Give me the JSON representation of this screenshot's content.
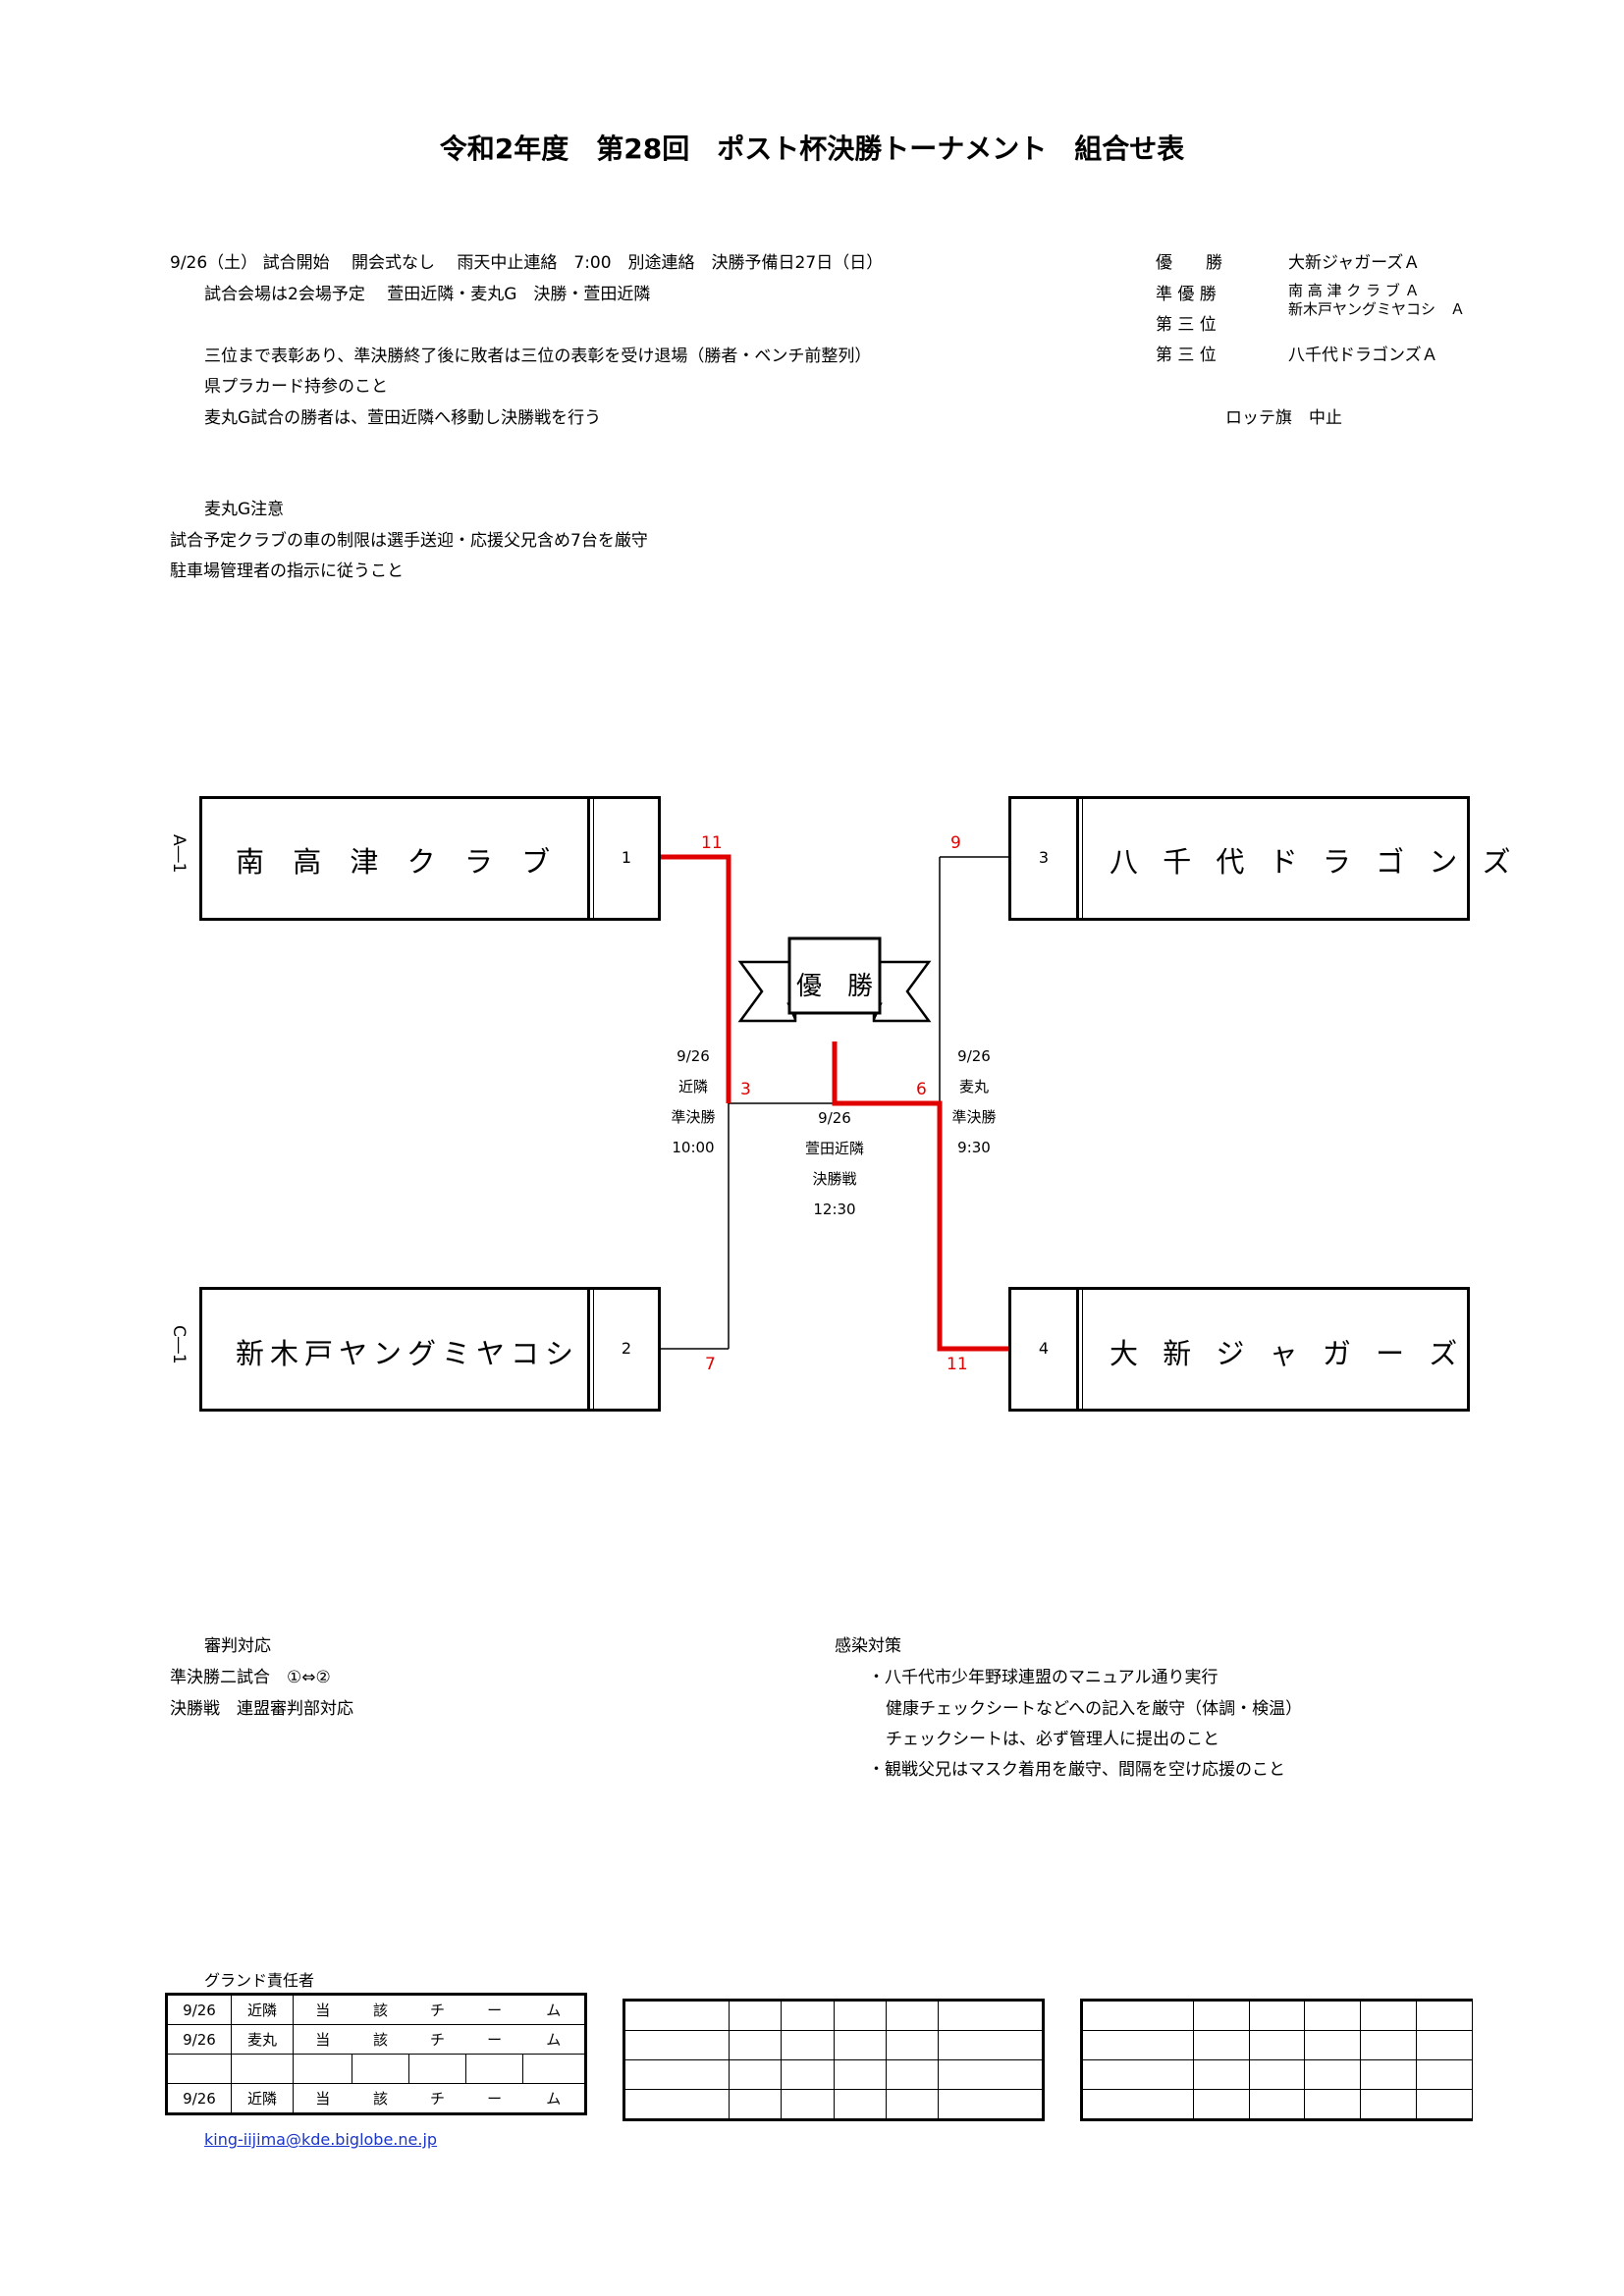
{
  "title": "令和2年度　第28回　ポスト杯決勝トーナメント　組合せ表",
  "notes": {
    "line1": "9/26（土） 試合開始　 開会式なし　 雨天中止連絡　7:00　別途連絡　決勝予備日27日（日）",
    "line2": "試合会場は2会場予定　 萱田近隣・麦丸G　決勝・萱田近隣",
    "line3": "三位まで表彰あり、準決勝終了後に敗者は三位の表彰を受け退場（勝者・ベンチ前整列）",
    "line4": "県プラカード持参のこと",
    "line5": "麦丸G試合の勝者は、萱田近隣へ移動し決勝戦を行う",
    "line6": "麦丸G注意",
    "line7": "試合予定クラブの車の制限は選手送迎・応援父兄含め7台を厳守",
    "line8": "駐車場管理者の指示に従うこと"
  },
  "results": {
    "rows": [
      {
        "label": "優　　勝",
        "team": "大新ジャガーズＡ"
      },
      {
        "label": "準 優 勝",
        "team": "南 高 津 ク ラ ブ Ａ"
      },
      {
        "label": "第 三 位",
        "team": "新木戸ヤングミヤコシ　Ａ"
      },
      {
        "label": "第 三 位",
        "team": "八千代ドラゴンズＡ"
      }
    ],
    "lotte": "ロッテ旗　中止"
  },
  "bracket": {
    "teams": [
      {
        "name": "南 高 津 ク ラ ブ",
        "seed": "1",
        "side_label": "A―1"
      },
      {
        "name": "新木戸ヤングミヤコシ",
        "seed": "2",
        "side_label": "C―1"
      },
      {
        "name": "八 千 代 ド ラ ゴ ン ズ",
        "seed": "3"
      },
      {
        "name": "大 新 ジ ャ ガ ー ズ",
        "seed": "4"
      }
    ],
    "champion_label": "優　勝",
    "scores": {
      "team1": "11",
      "team2": "7",
      "team3": "9",
      "team4": "11",
      "semi_left": "3",
      "semi_right": "6"
    },
    "semi_left_info": [
      "9/26",
      "近隣",
      "準決勝",
      "10:00"
    ],
    "semi_right_info": [
      "9/26",
      "麦丸",
      "準決勝",
      "9:30"
    ],
    "final_info": [
      "9/26",
      "萱田近隣",
      "決勝戦",
      "12:30"
    ],
    "win_color": "#e00000"
  },
  "referee": {
    "title": "審判対応",
    "line1": "準決勝二試合　①⇔②",
    "line2": "決勝戦　連盟審判部対応"
  },
  "infection": {
    "title": "感染対策",
    "line1": "・八千代市少年野球連盟のマニュアル通り実行",
    "line2": "健康チェックシートなどへの記入を厳守（体調・検温）",
    "line3": "チェックシートは、必ず管理人に提出のこと",
    "line4": "・観戦父兄はマスク着用を厳守、間隔を空け応援のこと"
  },
  "ground": {
    "title": "グランド責任者",
    "rows": [
      {
        "date": "9/26",
        "venue": "近隣",
        "cells": [
          "当",
          "該",
          "チ",
          "ー",
          "ム"
        ]
      },
      {
        "date": "9/26",
        "venue": "麦丸",
        "cells": [
          "当",
          "該",
          "チ",
          "ー",
          "ム"
        ]
      },
      {
        "date": "",
        "venue": "",
        "cells": [
          "",
          "",
          "",
          "",
          ""
        ]
      },
      {
        "date": "9/26",
        "venue": "近隣",
        "cells": [
          "当",
          "該",
          "チ",
          "ー",
          "ム"
        ]
      }
    ]
  },
  "email": "king-iijima@kde.biglobe.ne.jp"
}
